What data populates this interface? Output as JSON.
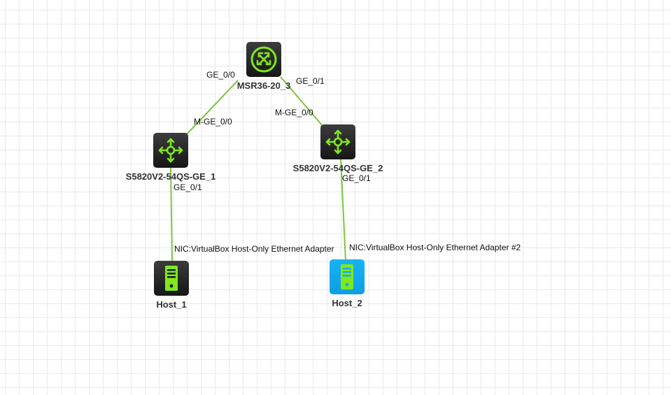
{
  "colors": {
    "link": "#7cc53f",
    "icon": "#7fe81f",
    "node_bg": "#1e1e1e",
    "selected_bg": "#16aef2"
  },
  "nodes": [
    {
      "id": "msr",
      "name": "MSR36-20_3",
      "icon": "router-icon",
      "selected": false
    },
    {
      "id": "sw1",
      "name": "S5820V2-54QS-GE_1",
      "icon": "switch-icon",
      "selected": false
    },
    {
      "id": "sw2",
      "name": "S5820V2-54QS-GE_2",
      "icon": "switch-icon",
      "selected": false
    },
    {
      "id": "host1",
      "name": "Host_1",
      "icon": "host-icon",
      "selected": false
    },
    {
      "id": "host2",
      "name": "Host_2",
      "icon": "host-icon",
      "selected": true
    }
  ],
  "ports": {
    "msr_ge00": "GE_0/0",
    "msr_ge01": "GE_0/1",
    "sw1_mge00": "M-GE_0/0",
    "sw2_mge00": "M-GE_0/0",
    "sw1_ge01": "GE_0/1",
    "sw2_ge01": "GE_0/1",
    "host1_nic": "NIC:VirtualBox Host-Only Ethernet Adapter",
    "host2_nic": "NIC:VirtualBox Host-Only Ethernet Adapter #2"
  }
}
